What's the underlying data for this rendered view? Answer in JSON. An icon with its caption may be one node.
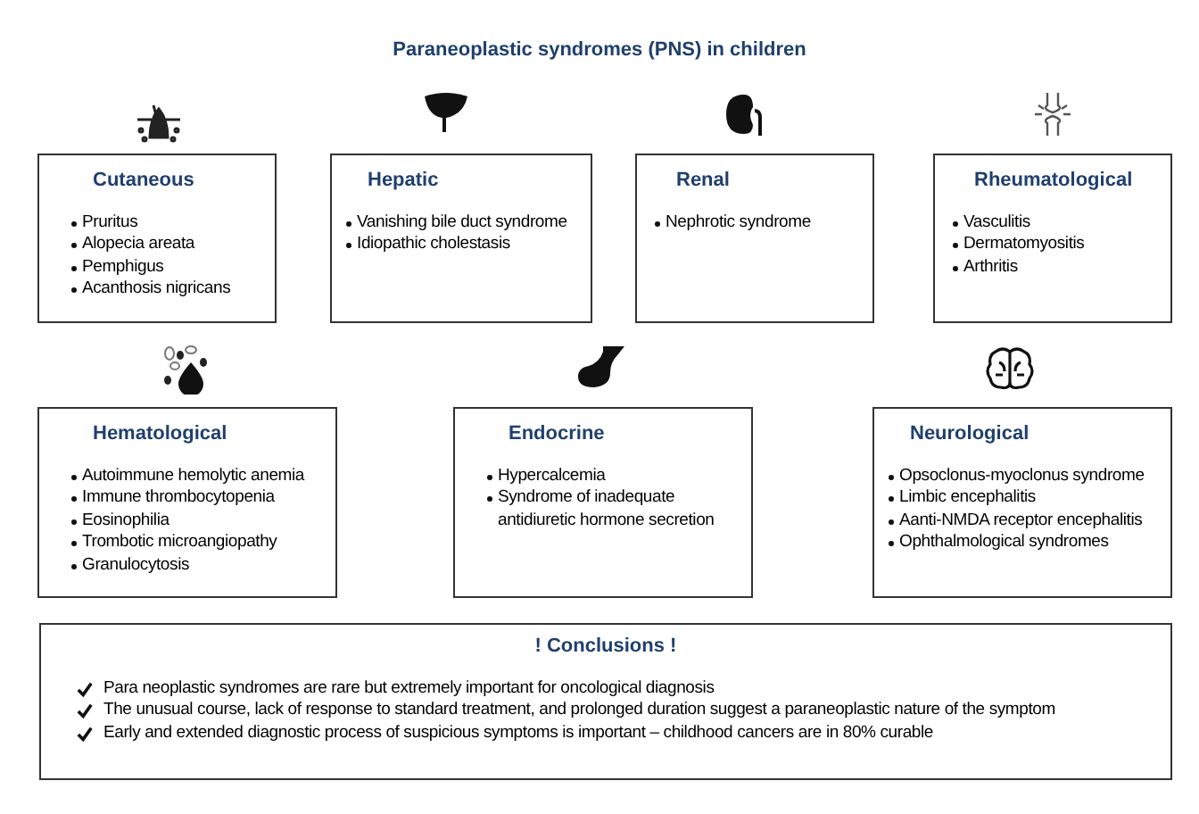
{
  "diagram": {
    "title": "Paraneoplastic syndromes (PNS) in children",
    "nodes": [
      {
        "text": [
          "Cutaneous",
          "Pruritus",
          "Alopecia areata",
          "Pemphigus",
          "Acanthosis nigricans"
        ]
      },
      {
        "text": [
          "Hepatic",
          "Vanishing bile duct syndrome",
          "Idiopathic cholestasis"
        ]
      },
      {
        "text": [
          "Renal",
          "Nephrotic syndrome"
        ]
      },
      {
        "text": [
          "Rheumatological",
          "Vasculitis",
          "Dermatomyositis",
          "Arthritis"
        ]
      },
      {
        "text": [
          "Hematological",
          "Autoimmune hemolytic anemia",
          "Immune thrombocytopenia",
          "Eosinophilia",
          "Trombotic microangiopathy",
          "Granulocytosis"
        ]
      },
      {
        "text": [
          "Endocrine",
          "Hypercalcemia",
          "Syndrome of inadequate antidiuretic hormone secretion"
        ]
      },
      {
        "text": [
          "Neurological",
          "Opsoclonus-myoclonus syndrome",
          "Limbic encephalitis",
          "Aanti-NMDA receptor encephalitis",
          "Ophthalmological syndromes"
        ]
      },
      {
        "text": [
          "! Conclusions !",
          "Para neoplastic syndromes are rare but extremely important for oncological diagnosis",
          "The unusual course, lack of response to standard treatment, and prolonged duration suggest a paraneoplastic nature of the symptom",
          "Early and extended diagnostic process of suspicious symptoms is important – childhood cancers are in 80% curable"
        ]
      }
    ]
  }
}
